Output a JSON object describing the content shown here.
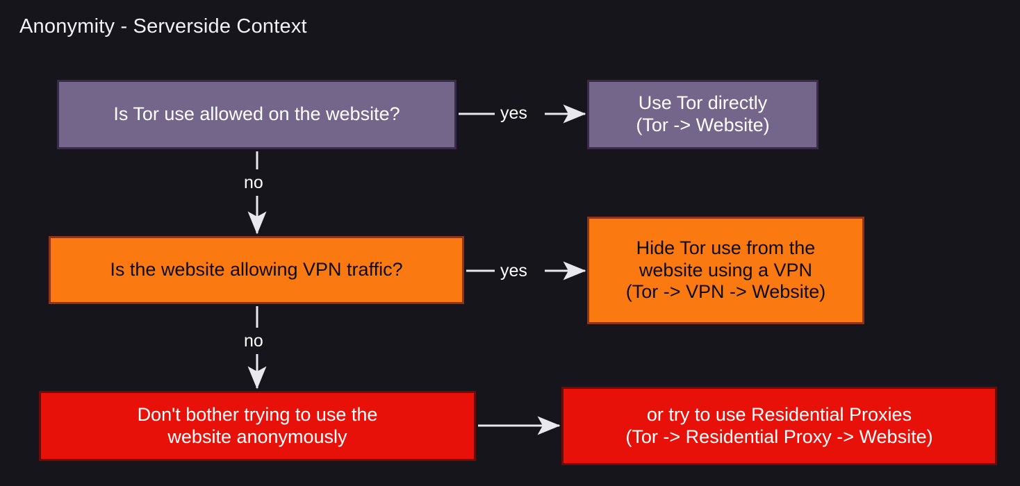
{
  "diagram": {
    "title": "Anonymity - Serverside Context",
    "background_color": "#17151c",
    "nodes": {
      "tor_allowed": {
        "label": "Is Tor use allowed on the website?",
        "fill": "#74668b",
        "border": "#3a2b4a",
        "text_color": "#ffffff",
        "shape": "rectangle"
      },
      "use_tor": {
        "label": "Use Tor directly\n(Tor -> Website)",
        "fill": "#74668b",
        "border": "#3a2b4a",
        "text_color": "#ffffff",
        "shape": "rectangle"
      },
      "vpn_allowed": {
        "label": "Is the website allowing VPN traffic?",
        "fill": "#fa7911",
        "border": "#91321a",
        "text_color": "#0c0a0d",
        "shape": "rectangle"
      },
      "hide_tor": {
        "label": "Hide Tor use from the\nwebsite using a VPN\n(Tor -> VPN -> Website)",
        "fill": "#fa7911",
        "border": "#91321a",
        "text_color": "#0c0a0d",
        "shape": "rectangle"
      },
      "dont_bother": {
        "label": "Don't bother trying to use the\nwebsite anonymously",
        "fill": "#e8110a",
        "border": "#6e0a08",
        "text_color": "#ffffff",
        "shape": "rectangle"
      },
      "residential": {
        "label": "or try to use Residential Proxies\n(Tor -> Residential Proxy -> Website)",
        "fill": "#e8110a",
        "border": "#6e0a08",
        "text_color": "#ffffff",
        "shape": "rectangle"
      }
    },
    "edges": [
      {
        "id": "tor-allowed-to-use-tor",
        "from": "tor_allowed",
        "to": "use_tor",
        "label": "yes",
        "direction": "right"
      },
      {
        "id": "tor-allowed-to-vpn",
        "from": "tor_allowed",
        "to": "vpn_allowed",
        "label": "no",
        "direction": "down"
      },
      {
        "id": "vpn-allowed-to-hide-tor",
        "from": "vpn_allowed",
        "to": "hide_tor",
        "label": "yes",
        "direction": "right"
      },
      {
        "id": "vpn-allowed-to-dont",
        "from": "vpn_allowed",
        "to": "dont_bother",
        "label": "no",
        "direction": "down"
      },
      {
        "id": "dont-to-residential",
        "from": "dont_bother",
        "to": "residential",
        "label": "",
        "direction": "right"
      }
    ],
    "edge_color": "#e8e8ee"
  }
}
